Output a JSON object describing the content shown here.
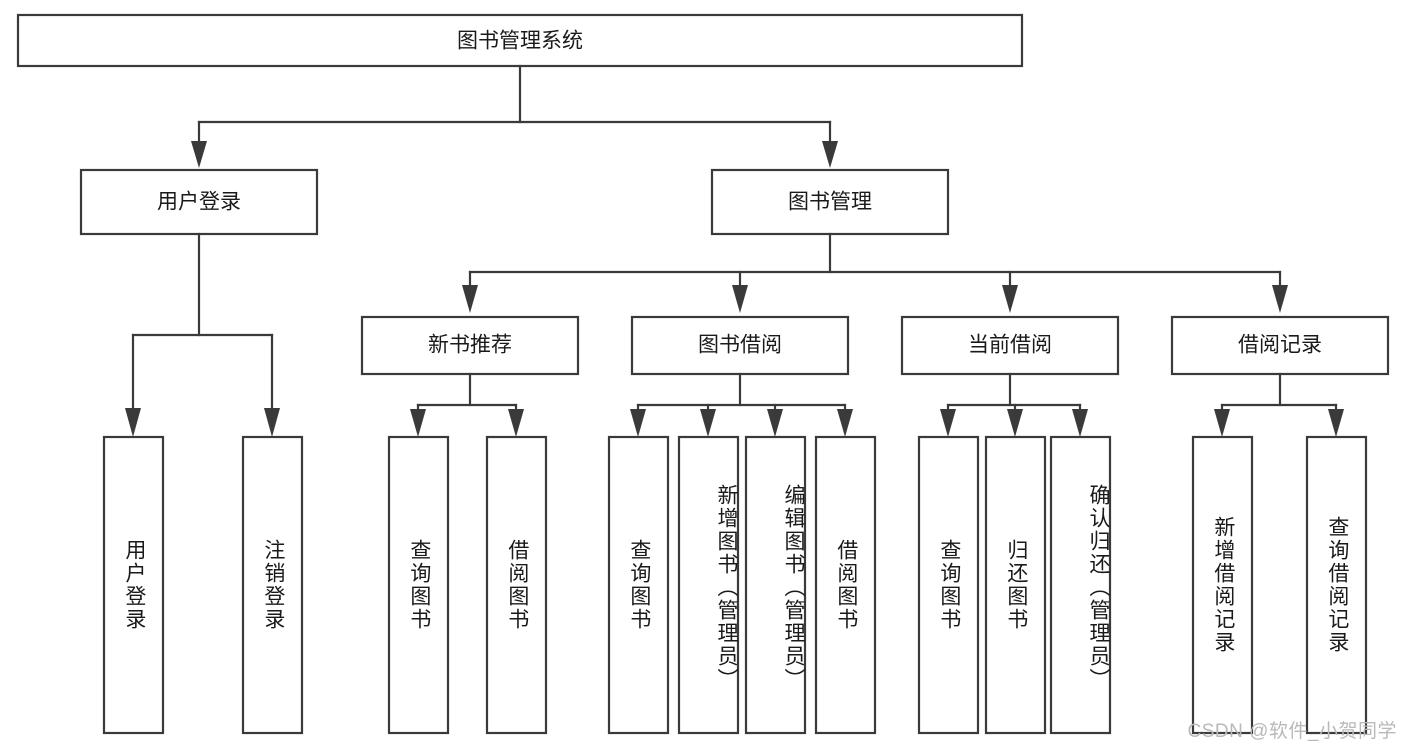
{
  "diagram": {
    "type": "tree-hierarchy-chart",
    "title": "图书管理系统",
    "orientation": "top-down",
    "colors": {
      "box_stroke": "#3a3a3a",
      "box_fill": "#ffffff",
      "connector": "#3a3a3a",
      "text": "#1a1a1a",
      "background": "#ffffff",
      "watermark": "#b9b9b9"
    },
    "root": {
      "label": "图书管理系统"
    },
    "level1": [
      {
        "label": "用户登录"
      },
      {
        "label": "图书管理"
      }
    ],
    "level2": [
      {
        "label": "新书推荐"
      },
      {
        "label": "图书借阅"
      },
      {
        "label": "当前借阅"
      },
      {
        "label": "借阅记录"
      }
    ],
    "leaves": {
      "user_login": [
        {
          "label": "用户登录"
        },
        {
          "label": "注销登录"
        }
      ],
      "new_book_recommend": [
        {
          "label": "查询图书"
        },
        {
          "label": "借阅图书"
        }
      ],
      "book_borrow": [
        {
          "label": "查询图书"
        },
        {
          "label": "新增图书（管理员）"
        },
        {
          "label": "编辑图书（管理员）"
        },
        {
          "label": "借阅图书"
        }
      ],
      "current_borrow": [
        {
          "label": "查询图书"
        },
        {
          "label": "归还图书"
        },
        {
          "label": "确认归还（管理员）"
        }
      ],
      "borrow_record": [
        {
          "label": "新增借阅记录"
        },
        {
          "label": "查询借阅记录"
        }
      ]
    },
    "watermark": "CSDN @软件_小贺同学"
  }
}
